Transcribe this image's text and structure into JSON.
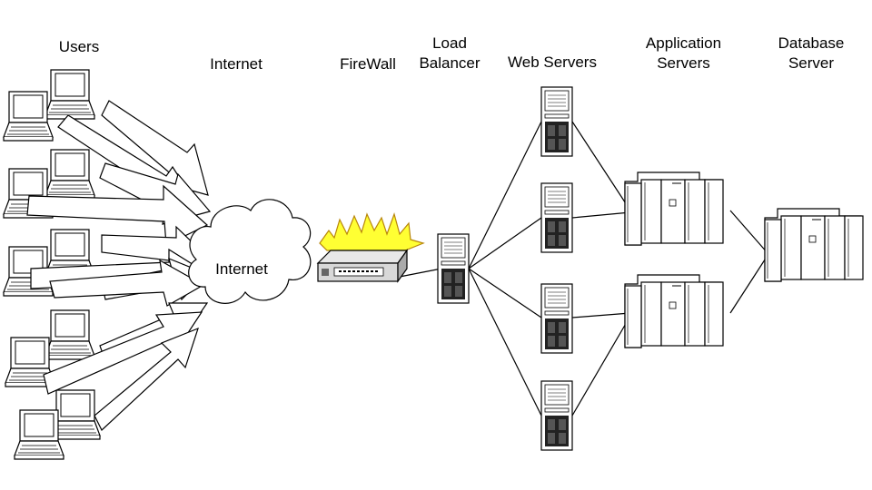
{
  "labels": {
    "users": "Users",
    "internet": "Internet",
    "firewall": "FireWall",
    "load_balancer": "Load\nBalancer",
    "web_servers": "Web Servers",
    "application_servers": "Application\nServers",
    "database_server": "Database\nServer"
  },
  "cloud_label": "Internet",
  "nodes": {
    "user_laptops": 10,
    "web_servers": 4,
    "application_servers": 2,
    "database_servers": 1
  },
  "colors": {
    "line": "#000000",
    "device_fill": "#ffffff",
    "device_panel": "#222222",
    "firewall_flame_fill": "#ffff33",
    "firewall_flame_stroke": "#b8860b",
    "firewall_body": "#d8d8d8"
  }
}
